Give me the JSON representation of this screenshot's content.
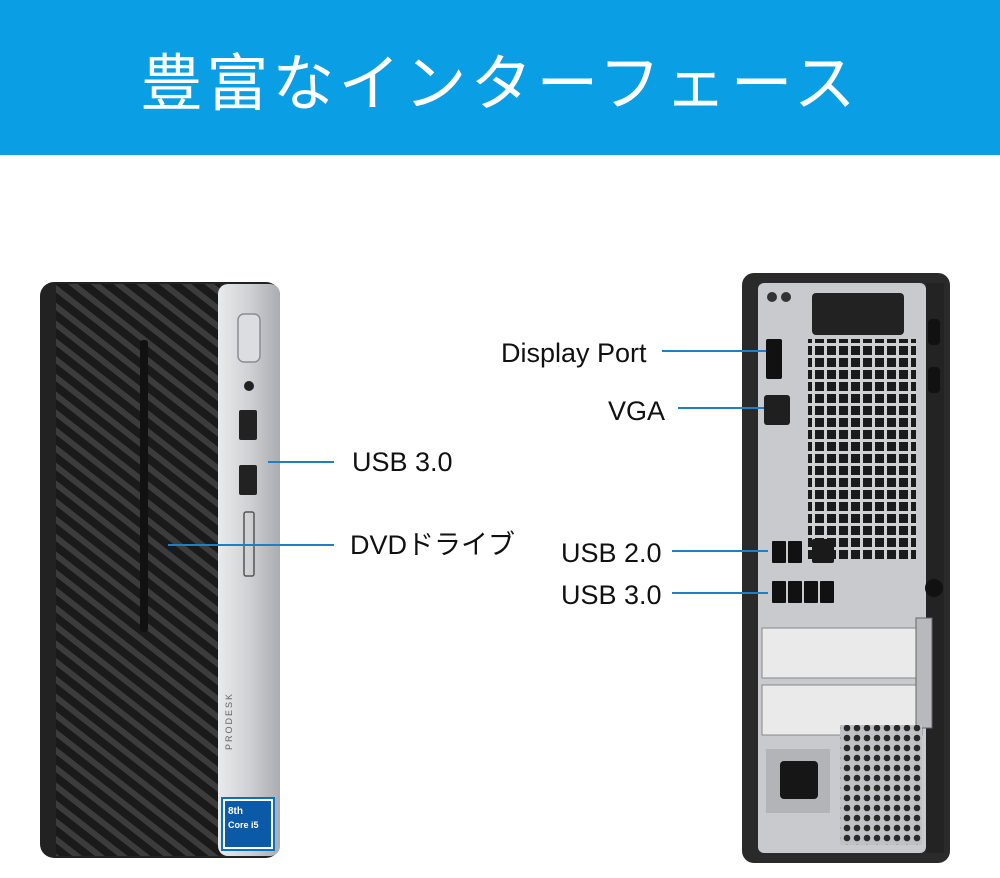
{
  "banner": {
    "title": "豊富なインターフェース",
    "background": "#0a9ee4"
  },
  "front_unit": {
    "brand_text": "PRODESK",
    "badge": {
      "line1": "8th",
      "line2": "Core i5"
    },
    "labels": {
      "usb3": "USB 3.0",
      "dvd": "DVDドライブ"
    }
  },
  "rear_unit": {
    "labels": {
      "displayport": "Display Port",
      "vga": "VGA",
      "usb2": "USB 2.0",
      "usb3": "USB 3.0"
    }
  },
  "colors": {
    "leader": "#1f7fc4",
    "chassis": "#222222",
    "silver": "#c8cacd"
  }
}
